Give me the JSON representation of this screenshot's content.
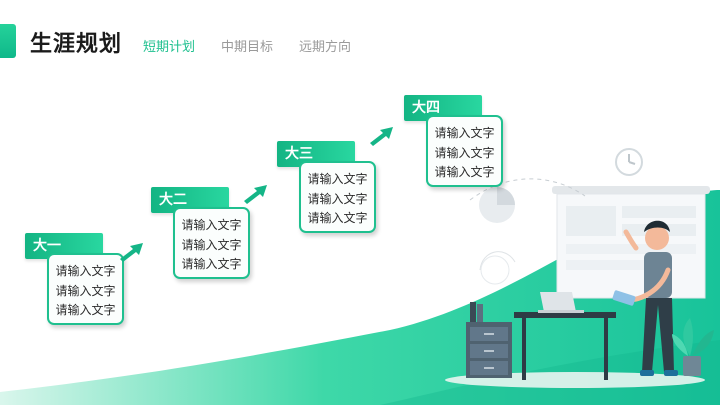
{
  "header": {
    "title": "生涯规划",
    "tabs": [
      {
        "label": "短期计划",
        "active": true
      },
      {
        "label": "中期目标",
        "active": false
      },
      {
        "label": "远期方向",
        "active": false
      }
    ]
  },
  "steps": [
    {
      "label": "大一",
      "lines": [
        "请输入文字",
        "请输入文字",
        "请输入文字"
      ]
    },
    {
      "label": "大二",
      "lines": [
        "请输入文字",
        "请输入文字",
        "请输入文字"
      ]
    },
    {
      "label": "大三",
      "lines": [
        "请输入文字",
        "请输入文字",
        "请输入文字"
      ]
    },
    {
      "label": "大四",
      "lines": [
        "请输入文字",
        "请输入文字",
        "请输入文字"
      ]
    }
  ],
  "icons": [
    "up-right-arrow-icon",
    "clock-icon"
  ],
  "colors": {
    "accent": "#1fc08f",
    "accent_dark": "#0fa879",
    "text": "#1b1b1b",
    "muted": "#9a9a9a"
  }
}
